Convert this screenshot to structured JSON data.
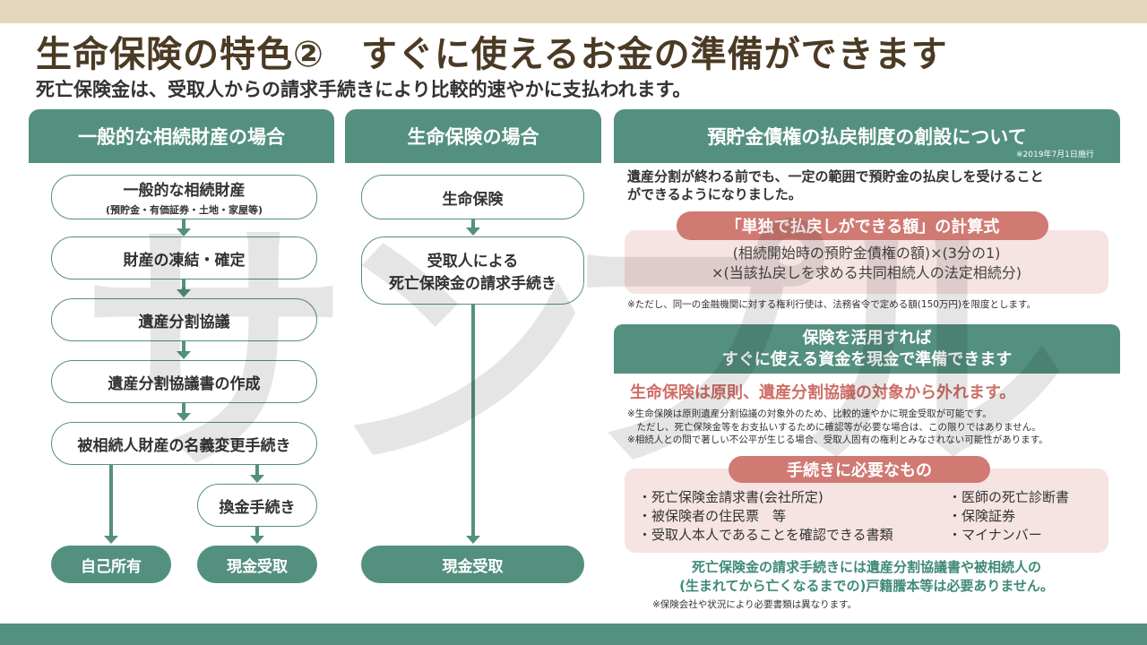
{
  "header": {
    "title": "生命保険の特色②　すぐに使えるお金の準備ができます",
    "subtitle": "死亡保険金は、受取人からの請求手続きにより比較的速やかに支払われます。"
  },
  "watermark": "サンプル",
  "left": {
    "heading": "一般的な相続財産の場合",
    "steps": [
      {
        "label": "一般的な相続財産",
        "sub": "(預貯金・有価証券・土地・家屋等)"
      },
      {
        "label": "財産の凍結・確定"
      },
      {
        "label": "遺産分割協議"
      },
      {
        "label": "遺産分割協議書の作成"
      },
      {
        "label": "被相続人財産の名義変更手続き"
      }
    ],
    "exchange": "換金手続き",
    "own": "自己所有",
    "cash": "現金受取"
  },
  "middle": {
    "heading": "生命保険の場合",
    "step1": "生命保険",
    "step2_line1": "受取人による",
    "step2_line2": "死亡保険金の請求手続き",
    "cash": "現金受取"
  },
  "right": {
    "heading": "預貯金債権の払戻制度の創設について",
    "heading_note": "※2019年7月1日施行",
    "intro_line1": "遺産分割が終わる前でも、一定の範囲で預貯金の払戻しを受けること",
    "intro_line2": "ができるようになりました。",
    "formula_label": "「単独で払戻しができる額」の計算式",
    "formula_line1": "(相続開始時の預貯金債権の額)×(3分の1)",
    "formula_line2": "×(当該払戻しを求める共同相続人の法定相続分)",
    "formula_note": "※ただし、同一の金融機関に対する権利行使は、法務省令で定める額(150万円)を限度とします。",
    "insurance_head_line1": "保険を活用すれば",
    "insurance_head_line2": "すぐに使える資金を現金で準備できます",
    "highlight": "生命保険は原則、遺産分割協議の対象から外れます。",
    "note1": "※生命保険は原則遺産分割協議の対象外のため、比較的速やかに現金受取が可能です。",
    "note2": "　ただし、死亡保険金等をお支払いするために確認等が必要な場合は、この限りではありません。",
    "note3": "※相続人との間で著しい不公平が生じる場合、受取人固有の権利とみなされない可能性があります。",
    "docs_label": "手続きに必要なもの",
    "docs_left": [
      "・死亡保険金請求書(会社所定)",
      "・被保険者の住民票　等",
      "・受取人本人であることを確認できる書類"
    ],
    "docs_right": [
      "・医師の死亡診断書",
      "・保険証券",
      "・マイナンバー"
    ],
    "footer_line1": "死亡保険金の請求手続きには遺産分割協議書や被相続人の",
    "footer_line2": "(生まれてから亡くなるまでの)戸籍謄本等は必要ありません。",
    "footer_note": "※保険会社や状況により必要書類は異なります。"
  }
}
